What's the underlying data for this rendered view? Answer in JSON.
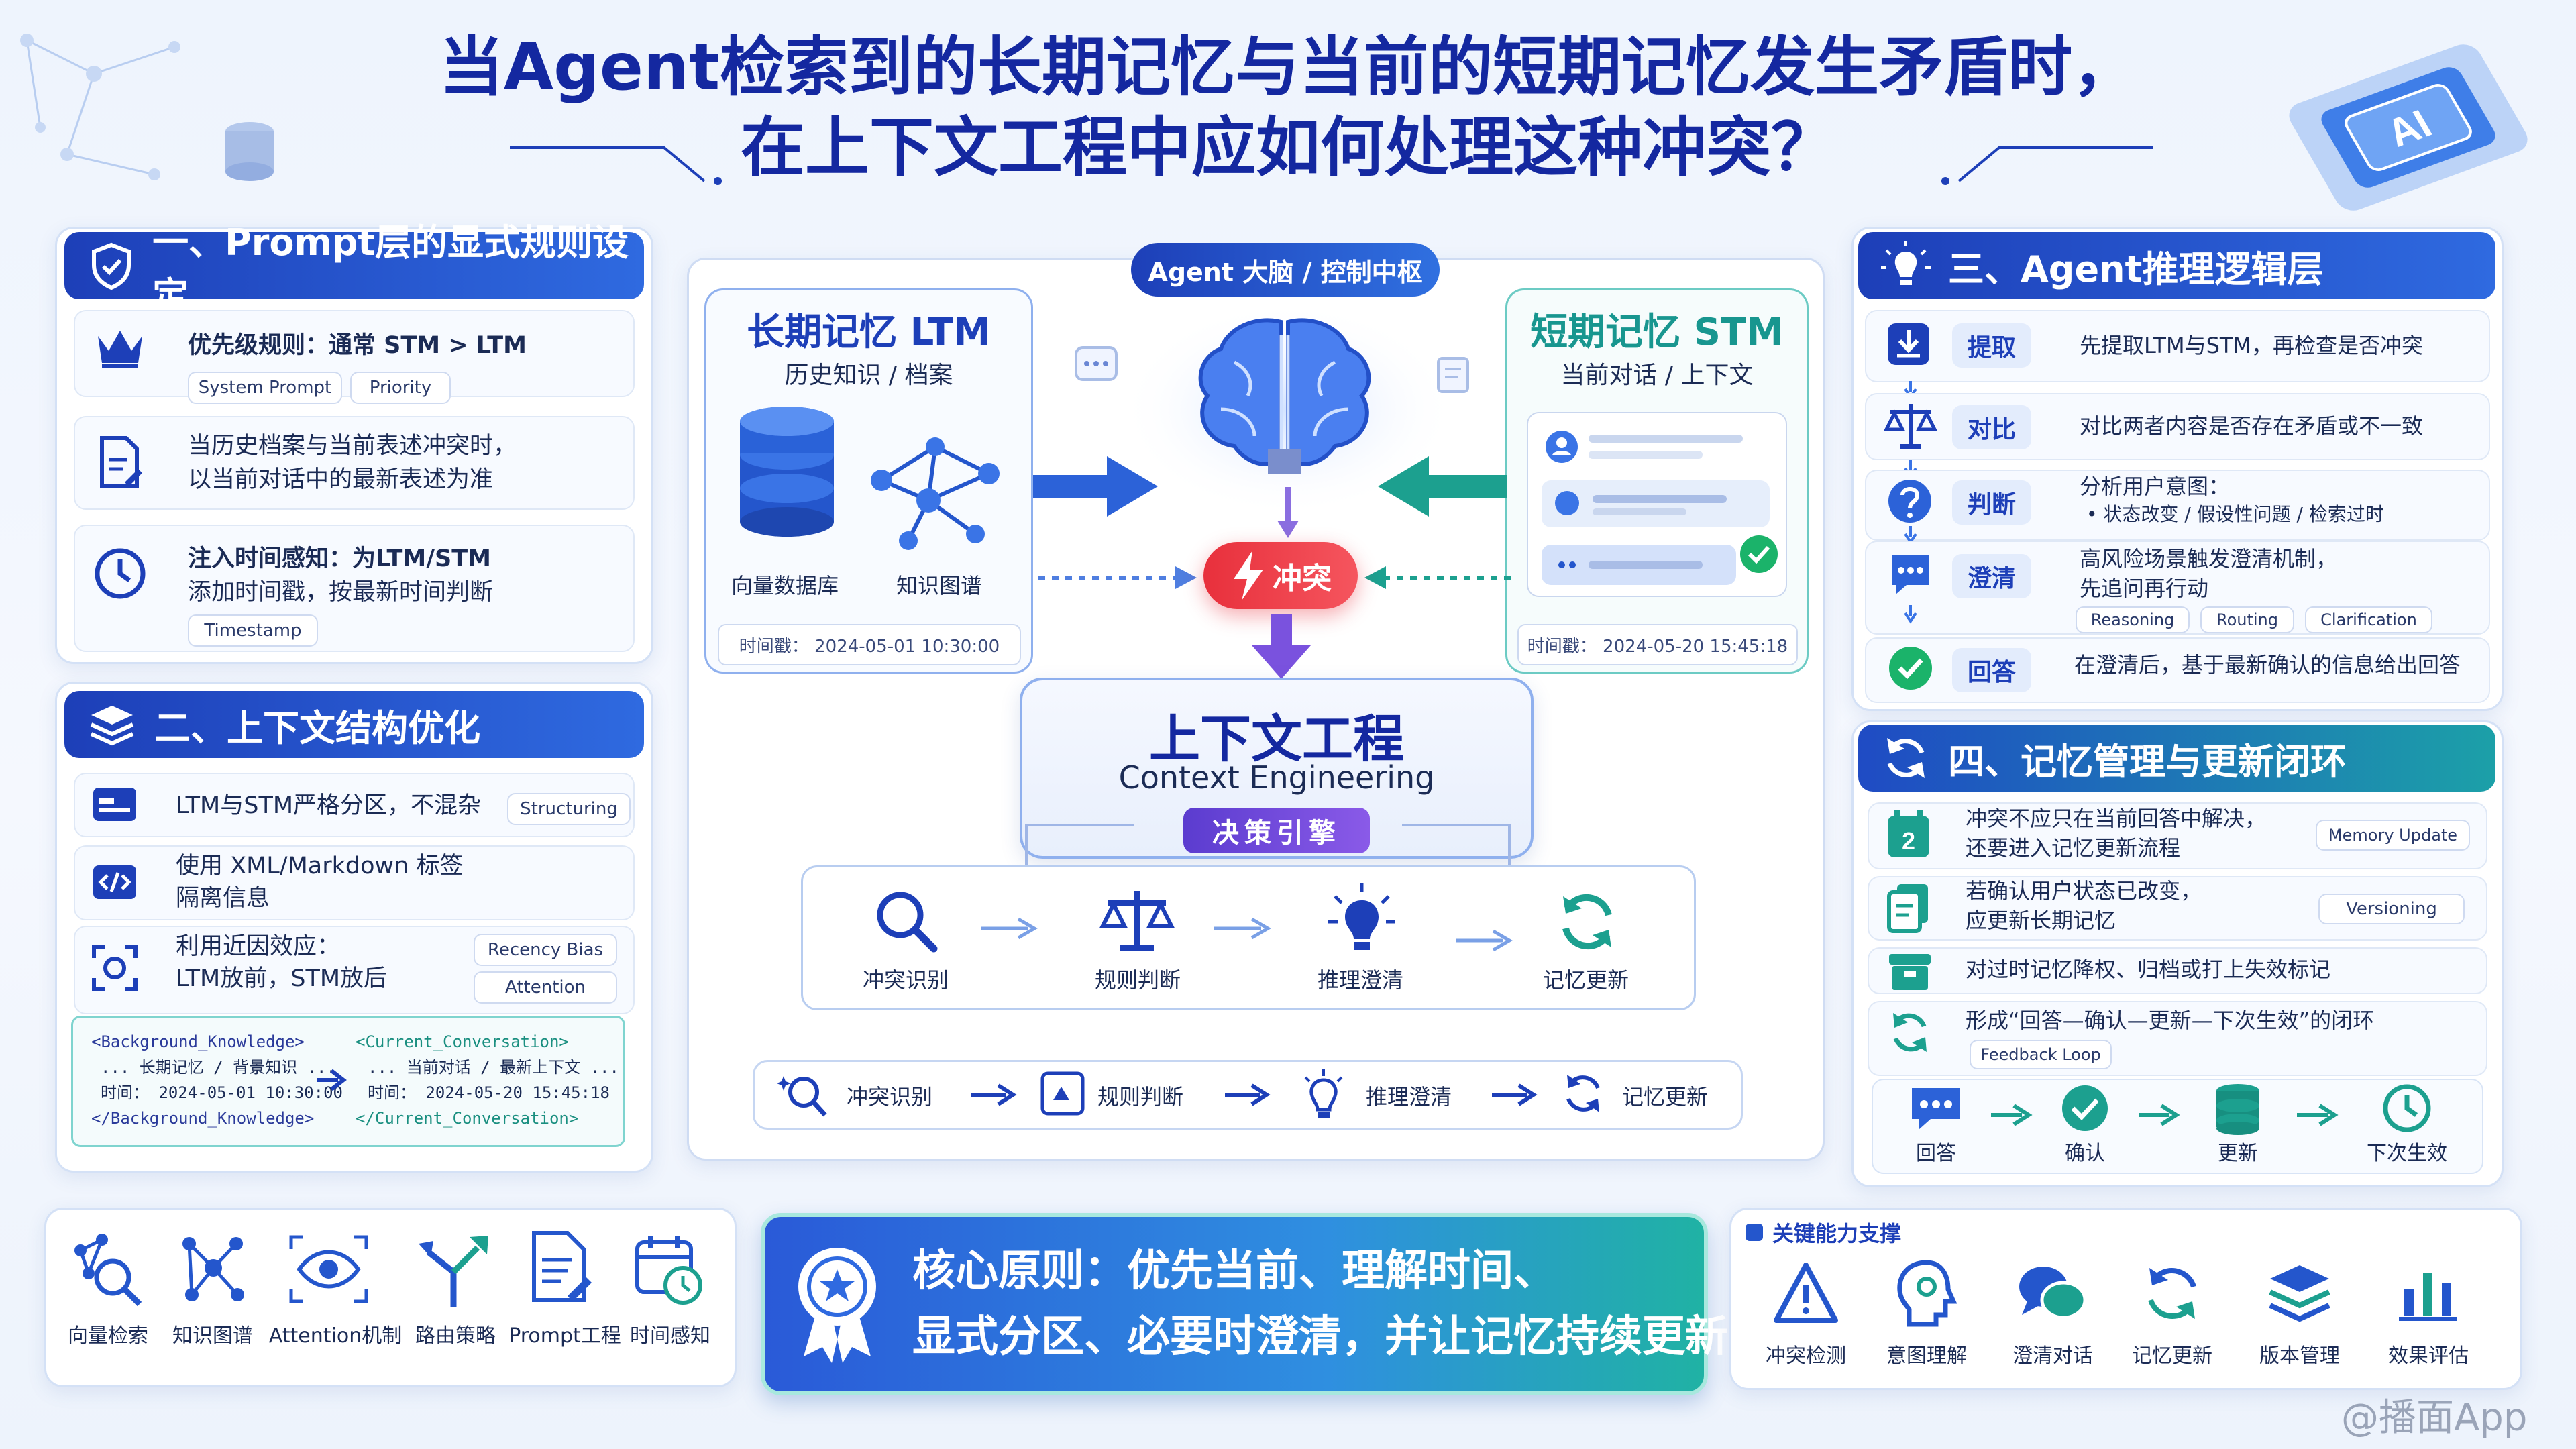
{
  "title": {
    "line1": "当Agent检索到的长期记忆与当前的短期记忆发生矛盾时，",
    "line2": "在上下文工程中应如何处理这种冲突？"
  },
  "section1": {
    "header": "一、Prompt层的显式规则设定",
    "item1": {
      "text": "优先级规则：通常 STM > LTM",
      "tags": [
        "System Prompt",
        "Priority"
      ]
    },
    "item2": {
      "line1": "当历史档案与当前表述冲突时，",
      "line2": "以当前对话中的最新表述为准"
    },
    "item3": {
      "line1": "注入时间感知：为LTM/STM",
      "line2": "添加时间戳，按最新时间判断",
      "tag": "Timestamp"
    }
  },
  "section2": {
    "header": "二、上下文结构优化",
    "item1": {
      "text": "LTM与STM严格分区，不混杂",
      "tag": "Structuring"
    },
    "item2": {
      "line1": "使用 XML/Markdown 标签",
      "line2": "隔离信息"
    },
    "item3": {
      "line1": "利用近因效应：",
      "line2": "LTM放前，STM放后",
      "tags": [
        "Recency Bias",
        "Attention"
      ]
    },
    "code": {
      "left": [
        "<Background_Knowledge>",
        "... 长期记忆 / 背景知识 ...",
        "时间：  2024-05-01 10:30:00",
        "</Background_Knowledge>"
      ],
      "right": [
        "<Current_Conversation>",
        "... 当前对话 / 最新上下文 ...",
        "时间：  2024-05-20 15:45:18",
        "</Current_Conversation>"
      ]
    }
  },
  "center": {
    "brain_label": "Agent 大脑 / 控制中枢",
    "ltm": {
      "title": "长期记忆  LTM",
      "subtitle": "历史知识  /  档案",
      "db_label": "向量数据库",
      "kg_label": "知识图谱",
      "timestamp": "时间戳：  2024-05-01  10:30:00"
    },
    "stm": {
      "title": "短期记忆 STM",
      "subtitle": "当前对话  /  上下文",
      "timestamp": "时间戳：  2024-05-20  15:45:18"
    },
    "conflict": "冲突",
    "engine": {
      "title": "上下文工程",
      "subtitle": "Context Engineering",
      "badge": "决策引擎"
    },
    "flow1": [
      "冲突识别",
      "规则判断",
      "推理澄清",
      "记忆更新"
    ],
    "flow2": [
      "冲突识别",
      "规则判断",
      "推理澄清",
      "记忆更新"
    ]
  },
  "section3": {
    "header": "三、Agent推理逻辑层",
    "steps": [
      {
        "label": "提取",
        "desc": "先提取LTM与STM，再检查是否冲突"
      },
      {
        "label": "对比",
        "desc": "对比两者内容是否存在矛盾或不一致"
      },
      {
        "label": "判断",
        "desc": "分析用户意图：",
        "sub": "•  状态改变  /  假设性问题  /  检索过时"
      },
      {
        "label": "澄清",
        "desc": "高风险场景触发澄清机制，",
        "desc2": "先追问再行动",
        "tags": [
          "Reasoning",
          "Routing",
          "Clarification"
        ]
      },
      {
        "label": "回答",
        "desc": "在澄清后，基于最新确认的信息给出回答"
      }
    ]
  },
  "section4": {
    "header": "四、记忆管理与更新闭环",
    "items": [
      {
        "line1": "冲突不应只在当前回答中解决，",
        "line2": "还要进入记忆更新流程",
        "tag": "Memory Update"
      },
      {
        "line1": "若确认用户状态已改变，",
        "line2": "应更新长期记忆",
        "tag": "Versioning"
      },
      {
        "line1": "对过时记忆降权、归档或打上失效标记"
      },
      {
        "line1": "形成“回答—确认—更新—下次生效”的闭环",
        "tag": "Feedback Loop"
      }
    ],
    "loop": [
      "回答",
      "确认",
      "更新",
      "下次生效"
    ]
  },
  "bottom_left": [
    "向量检索",
    "知识图谱",
    "Attention机制",
    "路由策略",
    "Prompt工程",
    "时间感知"
  ],
  "core": {
    "line1": "核心原则：优先当前、理解时间、",
    "line2": "显式分区、必要时澄清，并让记忆持续更新。"
  },
  "bottom_right": {
    "title": "关键能力支撑",
    "items": [
      "冲突检测",
      "意图理解",
      "澄清对话",
      "记忆更新",
      "版本管理",
      "效果评估"
    ]
  },
  "watermark": "@播面App",
  "colors": {
    "primary": "#1d3fb8",
    "teal": "#1ca0a8",
    "conflict": "#e8303c",
    "purple": "#6a3fd4",
    "green": "#1bb36a"
  }
}
